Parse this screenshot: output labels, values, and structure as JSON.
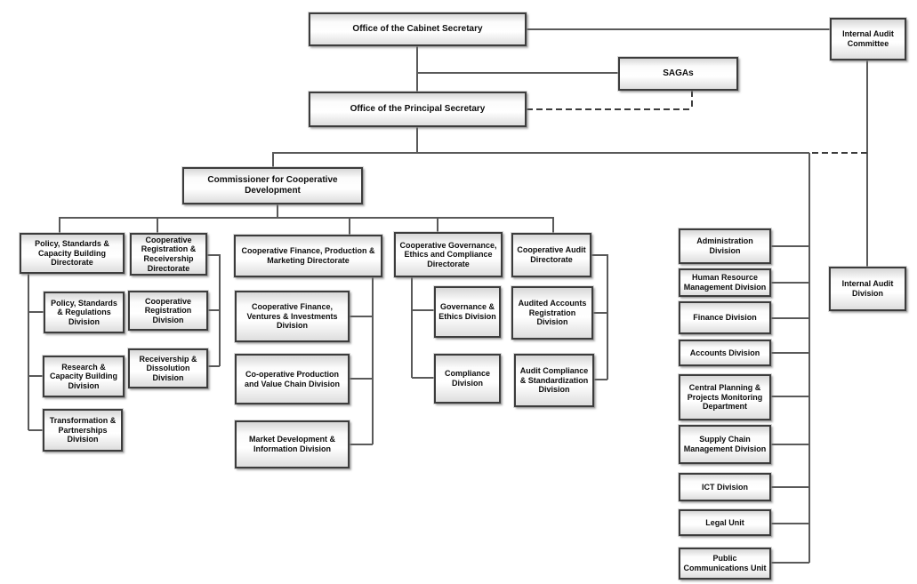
{
  "diagram": {
    "type": "org-chart",
    "background_color": "#ffffff",
    "line_color": "#595959",
    "box_border_color": "#3c3c3c",
    "box_fill_colors": [
      "#d7d7d7",
      "#ffffff",
      "#dedede"
    ],
    "text_color": "#0c0c0c",
    "nodes": {
      "cabinet_secretary": "Office of the Cabinet Secretary",
      "internal_audit_committee": "Internal Audit Committee",
      "sagas": "SAGAs",
      "principal_secretary": "Office of the Principal Secretary",
      "commissioner": "Commissioner for Cooperative Development",
      "dir_policy": "Policy, Standards & Capacity Building Directorate",
      "dir_registration": "Cooperative Registration & Receivership Directorate",
      "dir_finance": "Cooperative Finance, Production & Marketing Directorate",
      "dir_governance": "Cooperative Governance, Ethics and Compliance Directorate",
      "dir_audit": "Cooperative Audit Directorate",
      "div_policy_standards": "Policy, Standards & Regulations Division",
      "div_research": "Research & Capacity Building Division",
      "div_transformation": "Transformation & Partnerships Division",
      "div_coop_registration": "Cooperative Registration Division",
      "div_receivership": "Receivership & Dissolution Division",
      "div_finance_ventures": "Cooperative Finance, Ventures & Investments Division",
      "div_production": "Co-operative Production and Value Chain Division",
      "div_market": "Market Development & Information Division",
      "div_governance_ethics": "Governance & Ethics Division",
      "div_compliance": "Compliance Division",
      "div_audited_accounts": "Audited Accounts Registration Division",
      "div_audit_compliance": "Audit Compliance & Standardization Division",
      "div_administration": "Administration Division",
      "div_hr_management": "Human Resource Management Division",
      "div_finance": "Finance Division",
      "div_accounts": "Accounts Division",
      "div_central_planning": "Central Planning & Projects Monitoring Department",
      "div_supply_chain": "Supply Chain Management Division",
      "div_ict": "ICT Division",
      "div_legal": "Legal Unit",
      "div_public_comms": "Public Communications Unit",
      "div_internal_audit": "Internal Audit Division"
    }
  }
}
